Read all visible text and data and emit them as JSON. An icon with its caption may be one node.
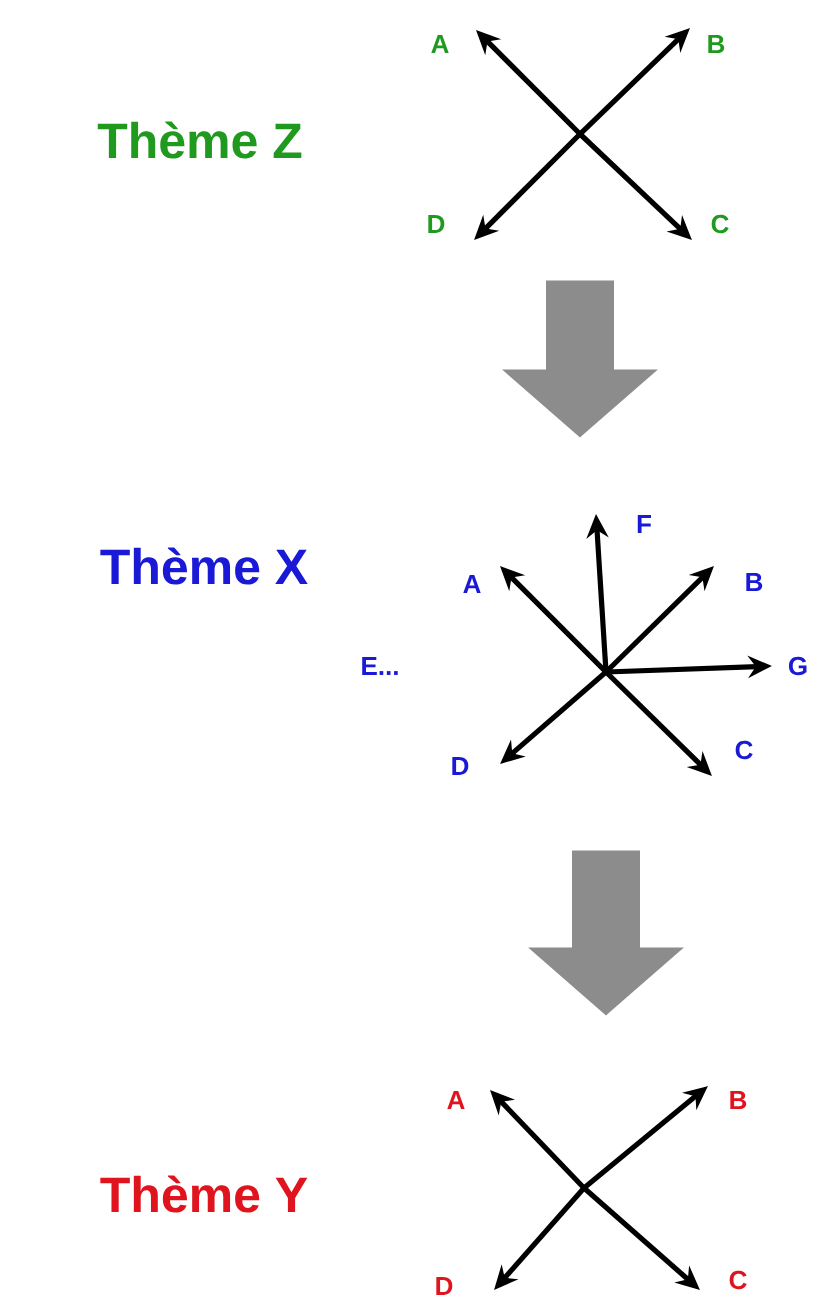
{
  "diagram": {
    "nodes": [
      {
        "text": [
          "Thème Z"
        ]
      },
      {
        "text": [],
        "shape": "picture"
      },
      {
        "text": [
          "Thème X"
        ]
      },
      {
        "text": [],
        "shape": "picture"
      },
      {
        "text": [
          "Thème Y"
        ]
      },
      {
        "text": [],
        "shape": "picture"
      }
    ],
    "edges": [
      {
        "from": 1,
        "to": 3,
        "arrow": "to"
      },
      {
        "from": 3,
        "to": 5,
        "arrow": "to"
      }
    ],
    "labels": [
      "A",
      "B",
      "D",
      "C",
      "F",
      "A",
      "B",
      "E...",
      "G",
      "D",
      "C",
      "A",
      "B",
      "D",
      "C"
    ]
  }
}
